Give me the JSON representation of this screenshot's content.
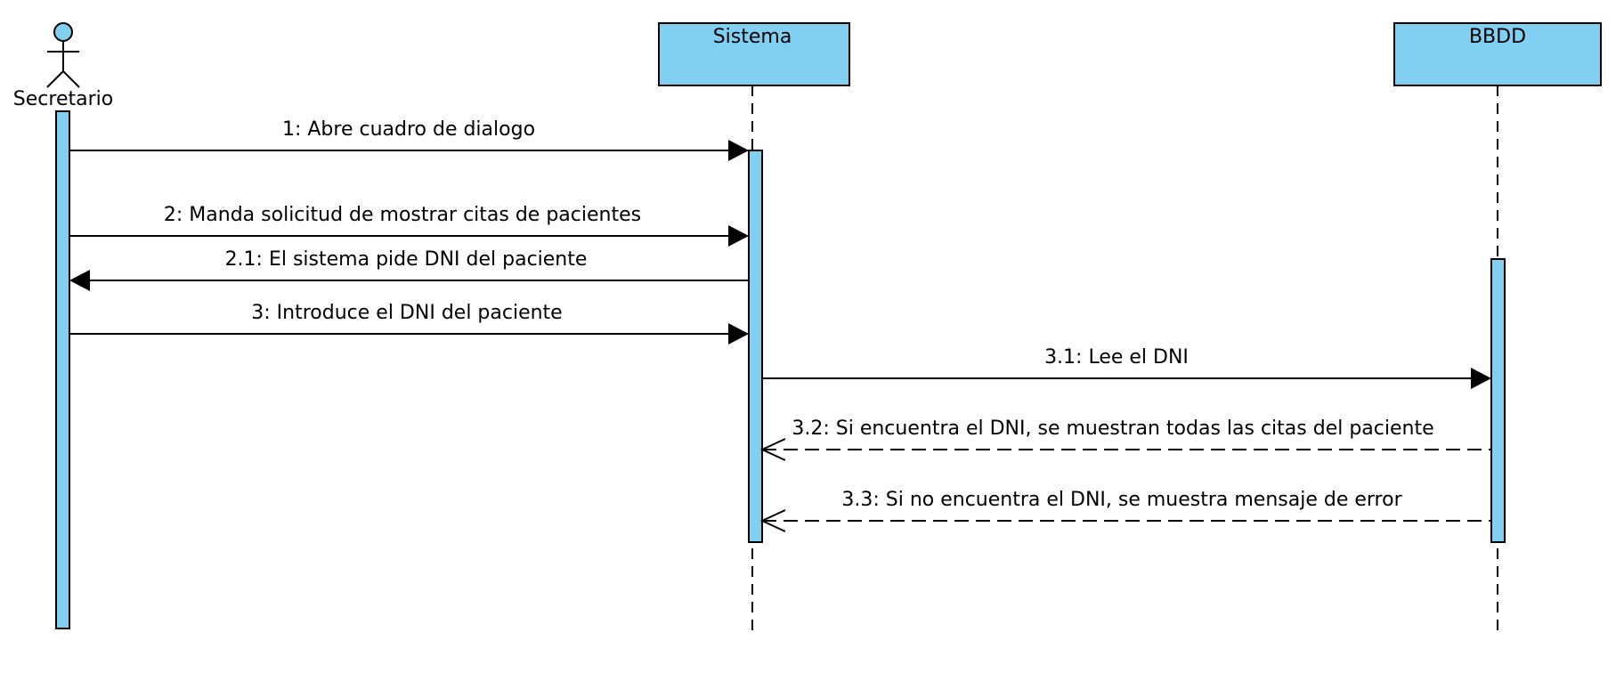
{
  "participants": {
    "actor": "Secretario",
    "sistema": "Sistema",
    "bbdd": "BBDD"
  },
  "messages": [
    {
      "id": "m1",
      "label": "1: Abre cuadro de dialogo",
      "from": "Secretario",
      "to": "Sistema",
      "kind": "sync"
    },
    {
      "id": "m2",
      "label": "2: Manda solicitud de mostrar citas de pacientes",
      "from": "Secretario",
      "to": "Sistema",
      "kind": "sync"
    },
    {
      "id": "m21",
      "label": "2.1: El sistema pide DNI del paciente",
      "from": "Sistema",
      "to": "Secretario",
      "kind": "sync"
    },
    {
      "id": "m3",
      "label": "3: Introduce el DNI del paciente",
      "from": "Secretario",
      "to": "Sistema",
      "kind": "sync"
    },
    {
      "id": "m31",
      "label": "3.1: Lee el DNI",
      "from": "Sistema",
      "to": "BBDD",
      "kind": "sync"
    },
    {
      "id": "m32",
      "label": "3.2: Si encuentra el DNI, se muestran todas las citas del paciente",
      "from": "BBDD",
      "to": "Sistema",
      "kind": "return"
    },
    {
      "id": "m33",
      "label": "3.3: Si no encuentra el DNI, se muestra mensaje de error",
      "from": "BBDD",
      "to": "Sistema",
      "kind": "return"
    }
  ],
  "colors": {
    "fill": "#81d0f2",
    "stroke": "#000000"
  }
}
